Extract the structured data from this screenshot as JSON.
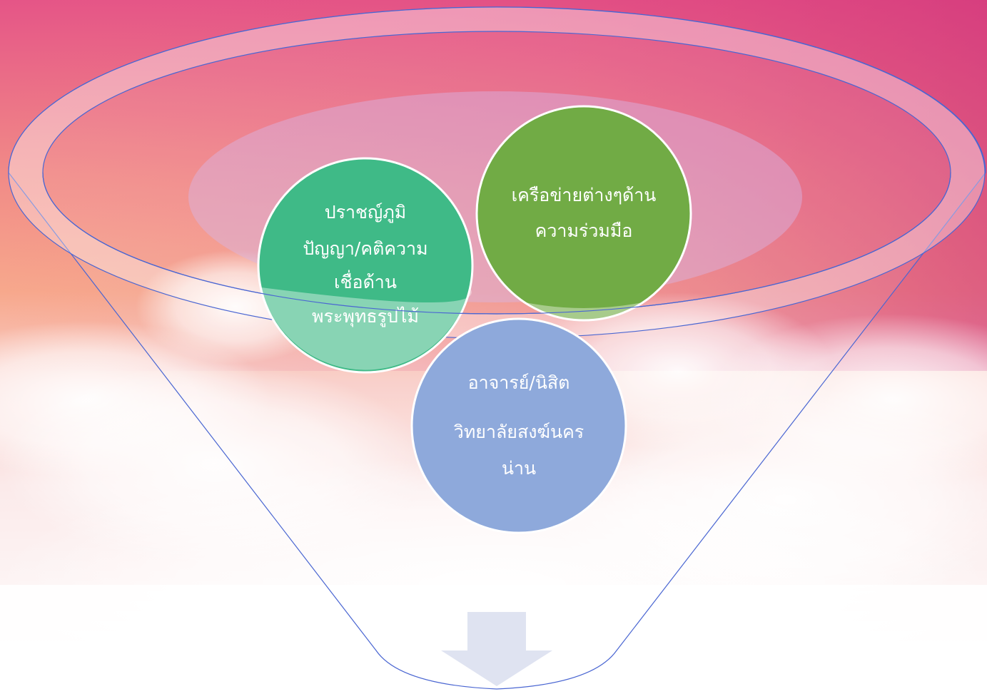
{
  "colors": {
    "sky_top_left": "#e9668b",
    "sky_top_right": "#cd2f79",
    "sky_mid": "#f7a286",
    "cloud": "#ffffff",
    "funnel_outline": "#4a66d2",
    "circle_teal": "#3fba87",
    "circle_green": "#71ab45",
    "circle_blue": "#8ea9db",
    "arrow": "#dfe3f1"
  },
  "diagram": {
    "nodes": [
      {
        "id": "wisdom",
        "color": "circle_teal",
        "lines": [
          "ปราชญ์ภูมิ",
          "ปัญญา/คติความ",
          "เชื่อด้าน",
          "พระพุทธรูปไม้"
        ]
      },
      {
        "id": "network",
        "color": "circle_green",
        "lines": [
          "เครือข่ายต่างๆด้าน",
          "ความร่วมมือ"
        ]
      },
      {
        "id": "college",
        "color": "circle_blue",
        "lines": [
          "อาจารย์/นิสิต",
          "วิทยาลัยสงฆ์นคร",
          "น่าน"
        ]
      }
    ],
    "output_arrow": "arrow-down-icon"
  }
}
